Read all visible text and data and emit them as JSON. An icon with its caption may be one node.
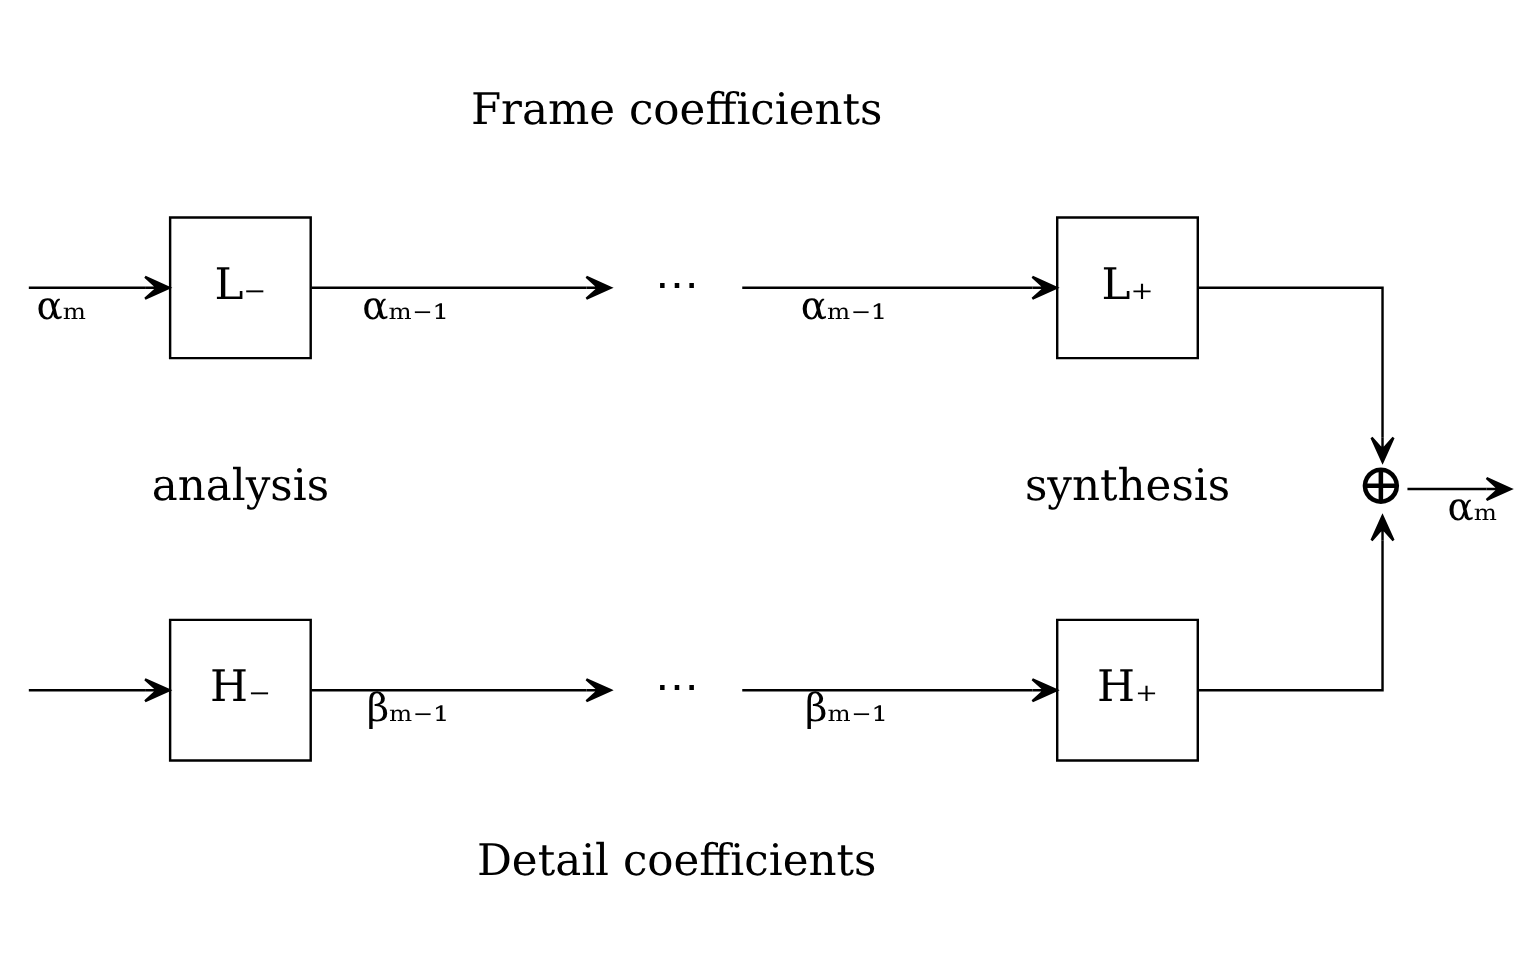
{
  "diagram": {
    "nodes": [
      {
        "text": [
          "L₋"
        ]
      },
      {
        "text": [
          "⋯"
        ]
      },
      {
        "text": [
          "L₊"
        ]
      },
      {
        "text": [
          "H₋"
        ]
      },
      {
        "text": [
          "⋯"
        ]
      },
      {
        "text": [
          "H₊"
        ]
      },
      {
        "text": [
          "⊕"
        ]
      }
    ],
    "edges": [
      {
        "from": null,
        "to": 0,
        "arrow": "to",
        "label": "αₘ"
      },
      {
        "from": null,
        "to": 3,
        "arrow": "to"
      },
      {
        "from": 0,
        "to": 1,
        "arrow": "to",
        "label": "αₘ₋₁"
      },
      {
        "from": 1,
        "to": 2,
        "arrow": "to",
        "label": "αₘ₋₁"
      },
      {
        "from": 3,
        "to": 4,
        "arrow": "to",
        "label": "βₘ₋₁"
      },
      {
        "from": 4,
        "to": 5,
        "arrow": "to",
        "label": "βₘ₋₁"
      },
      {
        "from": 2,
        "to": 6,
        "arrow": "to"
      },
      {
        "from": 5,
        "to": 6,
        "arrow": "to"
      },
      {
        "from": 6,
        "to": null,
        "arrow": "to",
        "label": "αₘ"
      }
    ],
    "labels": [
      "Frame coefficients",
      "analysis",
      "synthesis",
      "Detail coefficients"
    ]
  }
}
